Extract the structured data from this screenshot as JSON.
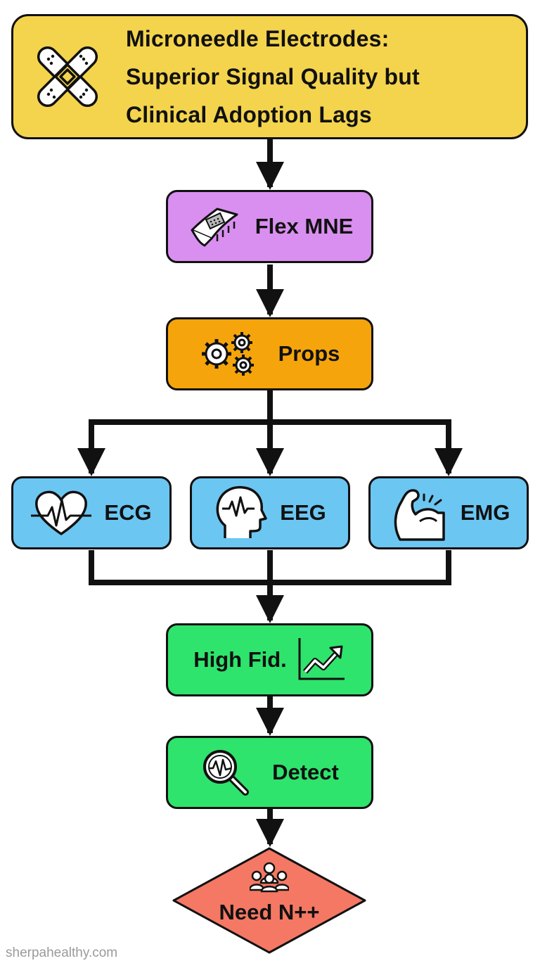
{
  "title": {
    "lines": [
      "Microneedle Electrodes:",
      "Superior Signal Quality but",
      "Clinical Adoption Lags"
    ],
    "icon": "bandage-icon"
  },
  "nodes": {
    "flex_mne": {
      "label": "Flex MNE",
      "icon": "microneedle-patch-icon"
    },
    "props": {
      "label": "Props",
      "icon": "gears-icon"
    },
    "ecg": {
      "label": "ECG",
      "icon": "heart-pulse-icon"
    },
    "eeg": {
      "label": "EEG",
      "icon": "head-brainwave-icon"
    },
    "emg": {
      "label": "EMG",
      "icon": "flexed-arm-icon"
    },
    "high_fid": {
      "label": "High Fid.",
      "icon": "trend-chart-icon"
    },
    "detect": {
      "label": "Detect",
      "icon": "magnifier-signal-icon"
    },
    "need": {
      "label": "Need N++",
      "icon": "people-group-icon"
    }
  },
  "colors": {
    "title": "#f4d44d",
    "flex_mne": "#d98ff0",
    "props": "#f5a50b",
    "signal": "#6cc6f2",
    "outcome": "#2ee46c",
    "decision": "#f47863",
    "line": "#111111"
  },
  "watermark": "sherpahealthy.com"
}
